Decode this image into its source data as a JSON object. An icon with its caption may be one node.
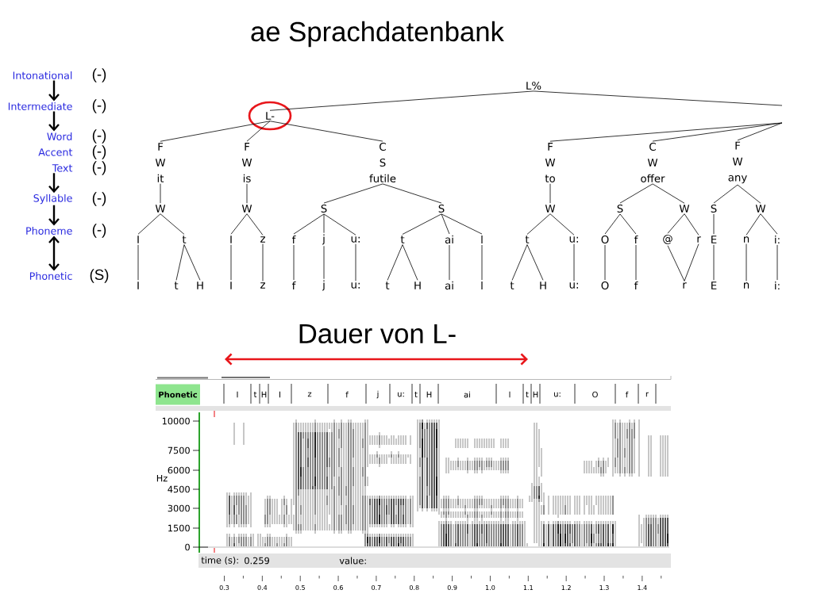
{
  "diagram": {
    "title": "ae Sprachdatenbank",
    "nodes": [
      {
        "text": [
          "Intonational"
        ],
        "beside": [
          "(-)"
        ]
      },
      {
        "text": [
          "Intermediate"
        ],
        "beside": [
          "(-)"
        ]
      },
      {
        "text": [
          "Word"
        ],
        "beside": [
          "(-)"
        ]
      },
      {
        "text": [
          "Accent"
        ],
        "beside": [
          "(-)"
        ]
      },
      {
        "text": [
          "Text"
        ],
        "beside": [
          "(-)"
        ]
      },
      {
        "text": [
          "Syllable"
        ],
        "beside": [
          "(-)"
        ]
      },
      {
        "text": [
          "Phoneme"
        ],
        "beside": [
          "(-)"
        ]
      },
      {
        "text": [
          "Phonetic"
        ],
        "beside": [
          "(S)"
        ]
      },
      {
        "text": [
          "L%"
        ]
      },
      {
        "text": [
          "L-"
        ]
      },
      {
        "text": [
          "F",
          "W",
          "it"
        ]
      },
      {
        "text": [
          "F",
          "W",
          "is"
        ]
      },
      {
        "text": [
          "C",
          "S",
          "futile"
        ]
      },
      {
        "text": [
          "F",
          "W",
          "to"
        ]
      },
      {
        "text": [
          "C",
          "W",
          "offer"
        ]
      },
      {
        "text": [
          "F",
          "W",
          "any"
        ]
      },
      {
        "text": [
          "W"
        ]
      },
      {
        "text": [
          "W"
        ]
      },
      {
        "text": [
          "S"
        ]
      },
      {
        "text": [
          "S"
        ]
      },
      {
        "text": [
          "W"
        ]
      },
      {
        "text": [
          "S"
        ]
      },
      {
        "text": [
          "W"
        ]
      },
      {
        "text": [
          "S"
        ]
      },
      {
        "text": [
          "W"
        ]
      },
      {
        "text": [
          "I"
        ]
      },
      {
        "text": [
          "t"
        ]
      },
      {
        "text": [
          "I"
        ]
      },
      {
        "text": [
          "z"
        ]
      },
      {
        "text": [
          "f"
        ]
      },
      {
        "text": [
          "j"
        ]
      },
      {
        "text": [
          "u:"
        ]
      },
      {
        "text": [
          "t"
        ]
      },
      {
        "text": [
          "ai"
        ]
      },
      {
        "text": [
          "l"
        ]
      },
      {
        "text": [
          "t"
        ]
      },
      {
        "text": [
          "u:"
        ]
      },
      {
        "text": [
          "O"
        ]
      },
      {
        "text": [
          "f"
        ]
      },
      {
        "text": [
          "@"
        ]
      },
      {
        "text": [
          "r"
        ]
      },
      {
        "text": [
          "E"
        ]
      },
      {
        "text": [
          "n"
        ]
      },
      {
        "text": [
          "i:"
        ]
      },
      {
        "text": [
          "I"
        ]
      },
      {
        "text": [
          "t"
        ]
      },
      {
        "text": [
          "H"
        ]
      },
      {
        "text": [
          "I"
        ]
      },
      {
        "text": [
          "z"
        ]
      },
      {
        "text": [
          "f"
        ]
      },
      {
        "text": [
          "j"
        ]
      },
      {
        "text": [
          "u:"
        ]
      },
      {
        "text": [
          "t"
        ]
      },
      {
        "text": [
          "H"
        ]
      },
      {
        "text": [
          "ai"
        ]
      },
      {
        "text": [
          "l"
        ]
      },
      {
        "text": [
          "t"
        ]
      },
      {
        "text": [
          "H"
        ]
      },
      {
        "text": [
          "u:"
        ]
      },
      {
        "text": [
          "O"
        ]
      },
      {
        "text": [
          "f"
        ]
      },
      {
        "text": [
          "r"
        ]
      },
      {
        "text": [
          "E"
        ]
      },
      {
        "text": [
          "n"
        ]
      },
      {
        "text": [
          "i:"
        ]
      }
    ],
    "edges": [
      {
        "from": 0,
        "to": 1,
        "arrow": "to",
        "style": "thick"
      },
      {
        "from": 1,
        "to": 2,
        "arrow": "to",
        "style": "thick"
      },
      {
        "from": 4,
        "to": 5,
        "arrow": "to",
        "style": "thick"
      },
      {
        "from": 5,
        "to": 6,
        "arrow": "to",
        "style": "thick"
      },
      {
        "from": 6,
        "to": 7,
        "arrow": "both",
        "style": "thick"
      },
      {
        "from": 8,
        "to": 9,
        "arrow": "none"
      },
      {
        "from": 8,
        "to": null,
        "arrow": "none"
      },
      {
        "from": 9,
        "to": 10,
        "arrow": "none"
      },
      {
        "from": 9,
        "to": 11,
        "arrow": "none"
      },
      {
        "from": 9,
        "to": 12,
        "arrow": "none"
      },
      {
        "from": null,
        "to": 13,
        "arrow": "none"
      },
      {
        "from": null,
        "to": 14,
        "arrow": "none"
      },
      {
        "from": null,
        "to": 15,
        "arrow": "none"
      },
      {
        "from": 10,
        "to": 16,
        "arrow": "none"
      },
      {
        "from": 11,
        "to": 17,
        "arrow": "none"
      },
      {
        "from": 12,
        "to": 18,
        "arrow": "none"
      },
      {
        "from": 12,
        "to": 19,
        "arrow": "none"
      },
      {
        "from": 13,
        "to": 20,
        "arrow": "none"
      },
      {
        "from": 14,
        "to": 21,
        "arrow": "none"
      },
      {
        "from": 14,
        "to": 22,
        "arrow": "none"
      },
      {
        "from": 15,
        "to": 23,
        "arrow": "none"
      },
      {
        "from": 15,
        "to": 24,
        "arrow": "none"
      },
      {
        "from": 16,
        "to": 25,
        "arrow": "none"
      },
      {
        "from": 16,
        "to": 26,
        "arrow": "none"
      },
      {
        "from": 17,
        "to": 27,
        "arrow": "none"
      },
      {
        "from": 17,
        "to": 28,
        "arrow": "none"
      },
      {
        "from": 18,
        "to": 29,
        "arrow": "none"
      },
      {
        "from": 18,
        "to": 30,
        "arrow": "none"
      },
      {
        "from": 18,
        "to": 31,
        "arrow": "none"
      },
      {
        "from": 19,
        "to": 32,
        "arrow": "none"
      },
      {
        "from": 19,
        "to": 33,
        "arrow": "none"
      },
      {
        "from": 19,
        "to": 34,
        "arrow": "none"
      },
      {
        "from": 20,
        "to": 35,
        "arrow": "none"
      },
      {
        "from": 20,
        "to": 36,
        "arrow": "none"
      },
      {
        "from": 21,
        "to": 37,
        "arrow": "none"
      },
      {
        "from": 21,
        "to": 38,
        "arrow": "none"
      },
      {
        "from": 22,
        "to": 39,
        "arrow": "none"
      },
      {
        "from": 22,
        "to": 40,
        "arrow": "none"
      },
      {
        "from": 23,
        "to": 41,
        "arrow": "none"
      },
      {
        "from": 24,
        "to": 42,
        "arrow": "none"
      },
      {
        "from": 24,
        "to": 43,
        "arrow": "none"
      },
      {
        "from": 25,
        "to": 44,
        "arrow": "none"
      },
      {
        "from": 26,
        "to": 45,
        "arrow": "none"
      },
      {
        "from": 26,
        "to": 46,
        "arrow": "none"
      },
      {
        "from": 27,
        "to": 47,
        "arrow": "none"
      },
      {
        "from": 28,
        "to": 48,
        "arrow": "none"
      },
      {
        "from": 29,
        "to": 49,
        "arrow": "none"
      },
      {
        "from": 30,
        "to": 50,
        "arrow": "none"
      },
      {
        "from": 31,
        "to": 51,
        "arrow": "none"
      },
      {
        "from": 32,
        "to": 52,
        "arrow": "none"
      },
      {
        "from": 32,
        "to": 53,
        "arrow": "none"
      },
      {
        "from": 33,
        "to": 54,
        "arrow": "none"
      },
      {
        "from": 34,
        "to": 55,
        "arrow": "none"
      },
      {
        "from": 35,
        "to": 56,
        "arrow": "none"
      },
      {
        "from": 35,
        "to": 57,
        "arrow": "none"
      },
      {
        "from": 36,
        "to": 58,
        "arrow": "none"
      },
      {
        "from": 37,
        "to": 59,
        "arrow": "none"
      },
      {
        "from": 38,
        "to": 60,
        "arrow": "none"
      },
      {
        "from": 39,
        "to": 61,
        "arrow": "none"
      },
      {
        "from": 40,
        "to": 61,
        "arrow": "none"
      },
      {
        "from": 41,
        "to": 62,
        "arrow": "none"
      },
      {
        "from": 42,
        "to": 63,
        "arrow": "none"
      },
      {
        "from": 43,
        "to": 64,
        "arrow": "none"
      }
    ],
    "labels": [
      "Dauer von L-",
      "Phonetic",
      "I",
      "t",
      "H",
      "I",
      "z",
      "f",
      "j",
      "u:",
      "t",
      "H",
      "ai",
      "l",
      "t",
      "H",
      "u:",
      "O",
      "f",
      "r",
      "10000",
      "7500",
      "6000",
      "Hz",
      "4500",
      "3000",
      "1500",
      "0",
      "time (s):",
      "0.259",
      "value:",
      "0.3",
      "0.4",
      "0.5",
      "0.6",
      "0.7",
      "0.8",
      "0.9",
      "1.0",
      "1.1",
      "1.2",
      "1.3",
      "1.4"
    ]
  }
}
